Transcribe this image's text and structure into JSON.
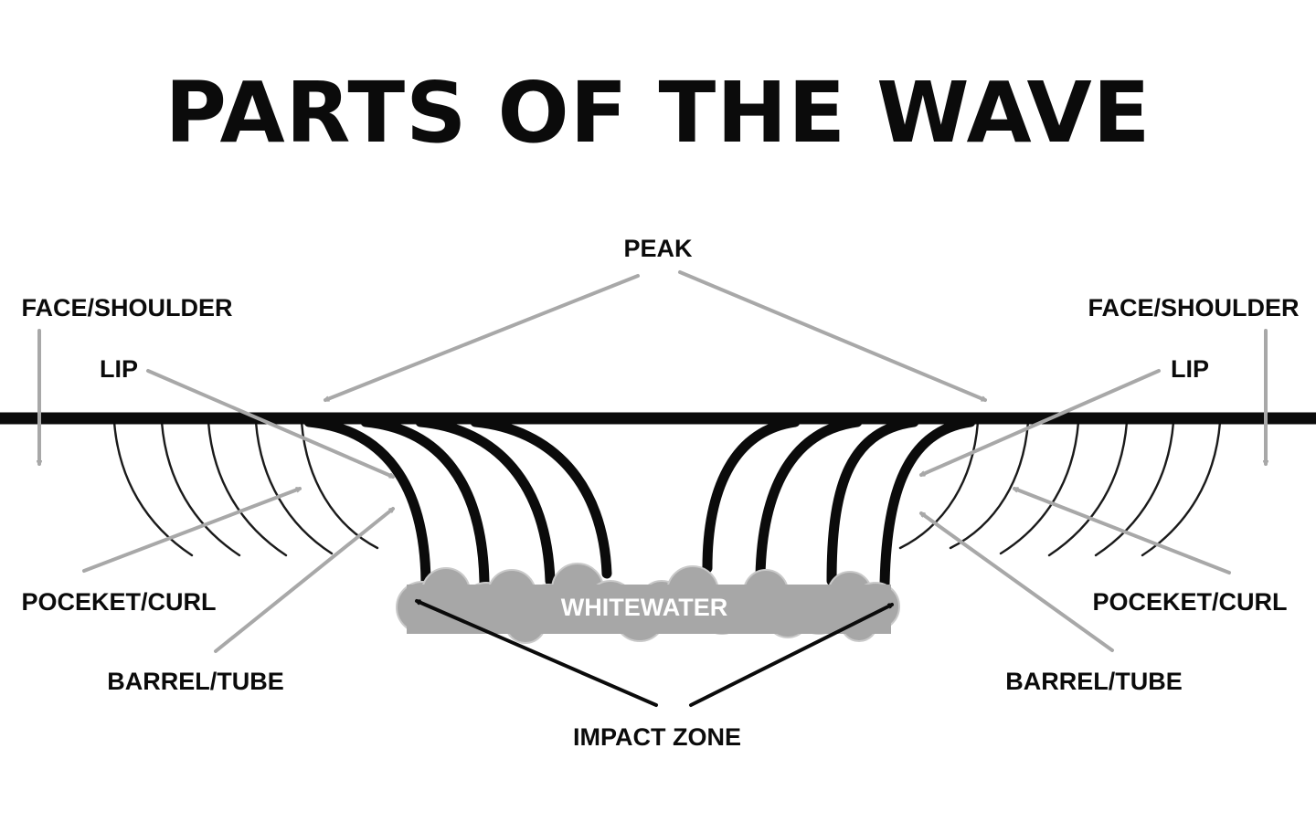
{
  "title": "PARTS OF THE WAVE",
  "labels": {
    "peak": "PEAK",
    "face_shoulder_left": "FACE/SHOULDER",
    "face_shoulder_right": "FACE/SHOULDER",
    "lip_left": "LIP",
    "lip_right": "LIP",
    "pocket_curl_left": "POCEKET/CURL",
    "pocket_curl_right": "POCEKET/CURL",
    "barrel_tube_left": "BARREL/TUBE",
    "barrel_tube_right": "BARREL/TUBE",
    "whitewater": "WHITEWATER",
    "impact_zone": "IMPACT ZONE"
  },
  "colors": {
    "ink": "#0b0b0b",
    "arrow_gray": "#a8a8a8",
    "whitewater": "#a7a7a7",
    "label_white": "#ffffff"
  }
}
